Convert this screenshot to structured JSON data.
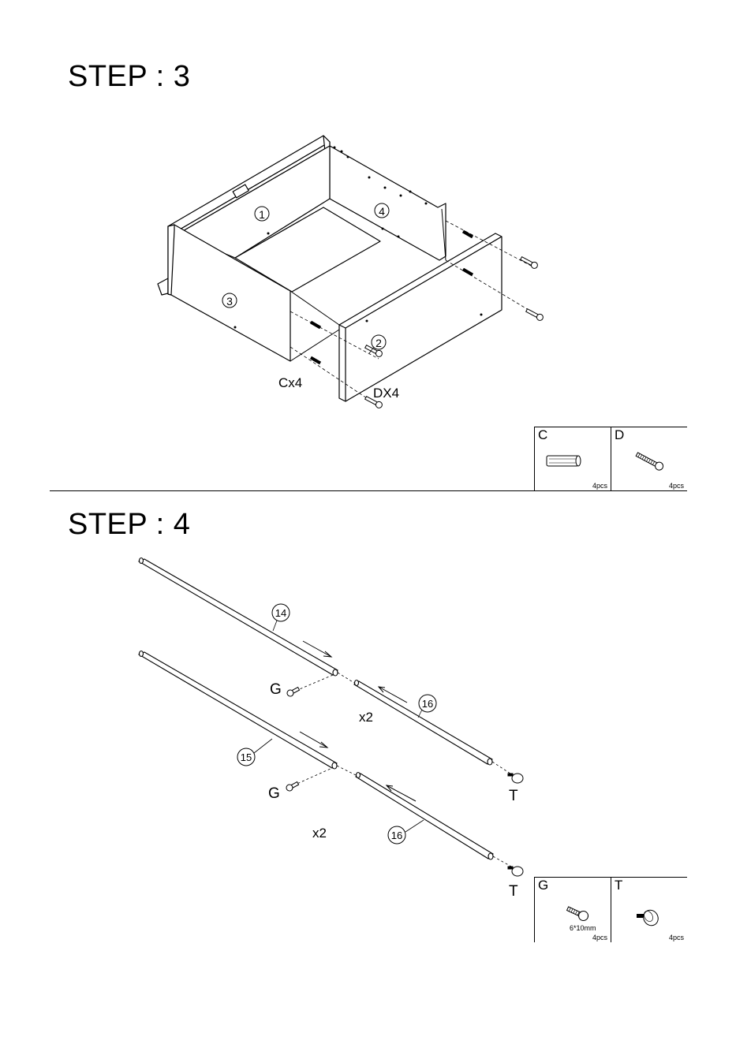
{
  "step3": {
    "title": "STEP : 3",
    "panel_labels": [
      "1",
      "2",
      "3",
      "4"
    ],
    "callouts": {
      "c": "Cx4",
      "d": "DX4"
    },
    "parts": [
      {
        "letter": "C",
        "qty": "4pcs",
        "icon": "wooden-dowel-icon"
      },
      {
        "letter": "D",
        "qty": "4pcs",
        "icon": "cam-screw-icon"
      }
    ]
  },
  "step4": {
    "title": "STEP : 4",
    "rod_labels": [
      "14",
      "15",
      "16",
      "16"
    ],
    "multipliers": [
      "x2",
      "x2"
    ],
    "letters": {
      "g1": "G",
      "g2": "G",
      "t1": "T",
      "t2": "T"
    },
    "parts": [
      {
        "letter": "G",
        "size": "6*10mm",
        "qty": "4pcs",
        "icon": "screw-icon"
      },
      {
        "letter": "T",
        "qty": "4pcs",
        "icon": "rod-end-cap-icon"
      }
    ]
  }
}
